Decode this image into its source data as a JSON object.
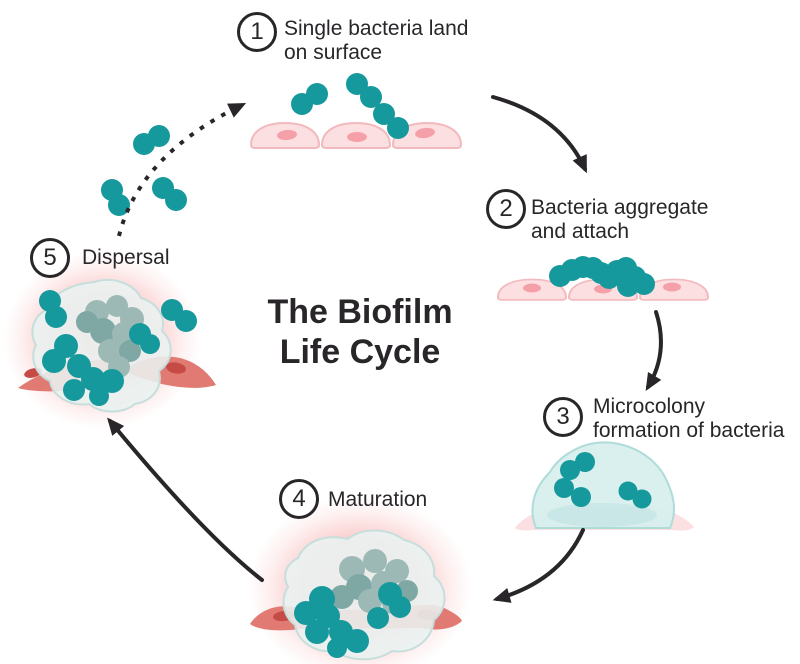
{
  "title": {
    "line1": "The Biofilm",
    "line2": "Life Cycle"
  },
  "stages": [
    {
      "number": "1",
      "lines": [
        "Single bacteria land",
        "on surface"
      ]
    },
    {
      "number": "2",
      "lines": [
        "Bacteria aggregate",
        "and attach"
      ]
    },
    {
      "number": "3",
      "lines": [
        "Microcolony",
        "formation of bacteria"
      ]
    },
    {
      "number": "4",
      "lines": [
        "Maturation"
      ]
    },
    {
      "number": "5",
      "lines": [
        "Dispersal"
      ]
    }
  ],
  "colors": {
    "ink": "#29262a",
    "bacteria_teal": "#16999d",
    "bacteria_muted": "#9cb9b6",
    "bacteria_muted_dark": "#7fa8a4",
    "biofilm_fill": "#e9f2f1",
    "biofilm_stroke": "#c6dedc",
    "microcolony_fill": "#d7efee",
    "microcolony_stroke": "#afdbd9",
    "epithelial_fill": "#fcdfe1",
    "epithelial_stroke": "#f2b9be",
    "epithelial_nucleus": "#f59fa8",
    "inflamed_cell_fill": "#e07a72",
    "inflamed_cell_nucleus": "#c64a46",
    "glow": "#f37070",
    "background": "#ffffff"
  }
}
